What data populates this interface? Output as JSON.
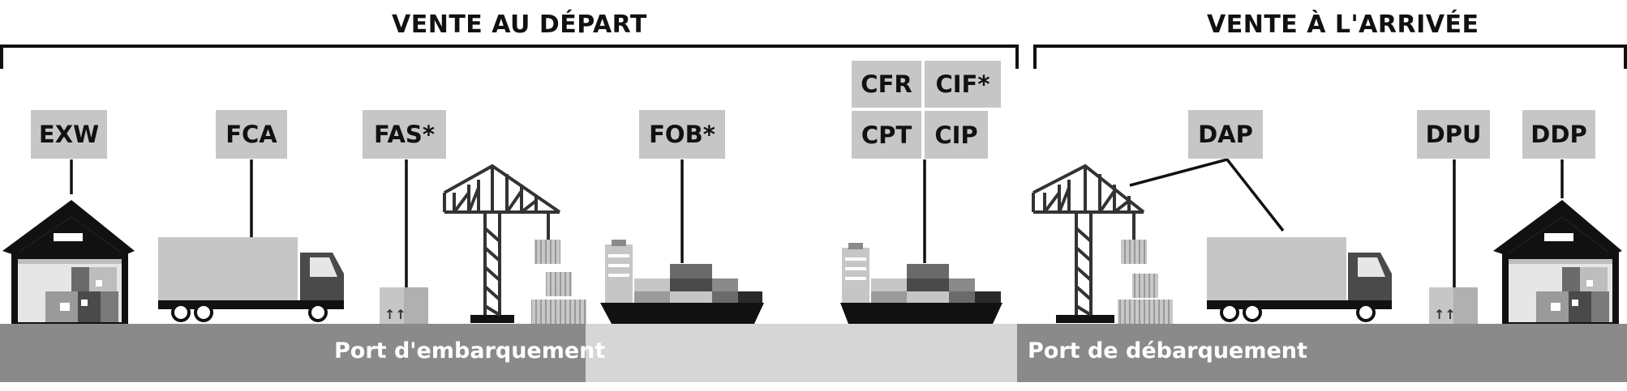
{
  "headers": {
    "departure": "VENTE AU DÉPART",
    "arrival": "VENTE À L'ARRIVÉE"
  },
  "terms": {
    "exw": "EXW",
    "fca": "FCA",
    "fas": "FAS*",
    "fob": "FOB*",
    "cfr": "CFR",
    "cif": "CIF*",
    "cpt": "CPT",
    "cip": "CIP",
    "dap": "DAP",
    "dpu": "DPU",
    "ddp": "DDP"
  },
  "ports": {
    "loading": "Port d'embarquement",
    "unloading": "Port de débarquement"
  },
  "colors": {
    "dark": "#1c1c1c",
    "mid_grey": "#8a8a8a",
    "light_grey": "#c6c6c6",
    "sea_grey": "#d6d6d6"
  }
}
